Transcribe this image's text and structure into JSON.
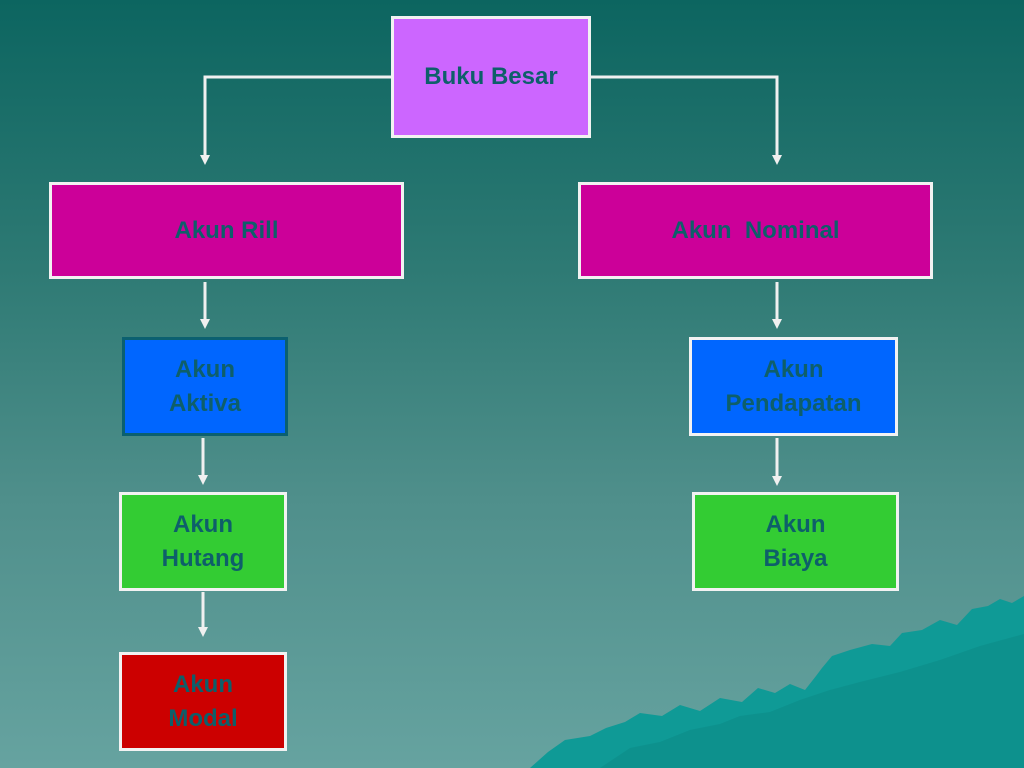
{
  "nodes": {
    "root": {
      "label": "Buku Besar",
      "fill": "#cc66ff"
    },
    "rill": {
      "label": "Akun Rill",
      "fill": "#cc0099"
    },
    "nominal": {
      "label": "Akun  Nominal",
      "fill": "#cc0099"
    },
    "aktiva": {
      "line1": "Akun",
      "line2": "Aktiva",
      "fill": "#0066ff"
    },
    "pendapatan": {
      "line1": "Akun",
      "line2": "Pendapatan",
      "fill": "#0066ff"
    },
    "hutang": {
      "line1": "Akun",
      "line2": "Hutang",
      "fill": "#33cc33"
    },
    "biaya": {
      "line1": "Akun",
      "line2": "Biaya",
      "fill": "#33cc33"
    },
    "modal": {
      "line1": "Akun",
      "line2": "Modal",
      "fill": "#cc0000"
    }
  },
  "colors": {
    "text": "#0e5f6a",
    "connector": "#f0f0f0",
    "background_top": "#0c6560",
    "background_bottom": "#66a3a0",
    "mountain": "#0f9a96"
  },
  "decoration": "mountain-silhouette"
}
